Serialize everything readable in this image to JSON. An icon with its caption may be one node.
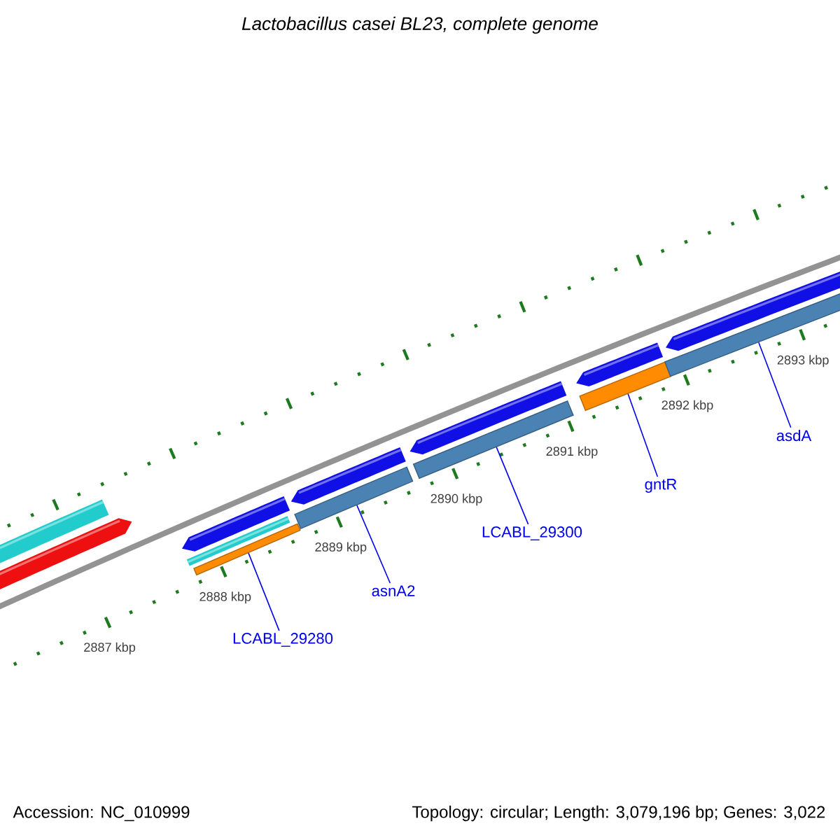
{
  "diagram": {
    "title": "*Lactobacillus casei BL23, complete genome*",
    "nodes": [
      {
        "text": [
          "LCABL_29280"
        ]
      },
      {
        "text": [
          "asnA2"
        ]
      },
      {
        "text": [
          "LCABL_29300"
        ]
      },
      {
        "text": [
          "gntR"
        ]
      },
      {
        "text": [
          "asdA"
        ]
      },
      {
        "text": [],
        "shape": "bar"
      },
      {
        "text": [],
        "shape": "bar"
      },
      {
        "text": [],
        "shape": "bar"
      },
      {
        "text": [],
        "shape": "bar"
      },
      {
        "text": [],
        "shape": "bar"
      }
    ],
    "edges": [
      {
        "from": 0,
        "to": 5,
        "arrow": "none"
      },
      {
        "from": 1,
        "to": 6,
        "arrow": "none"
      },
      {
        "from": 2,
        "to": 7,
        "arrow": "none"
      },
      {
        "from": 3,
        "to": 8,
        "arrow": "none"
      },
      {
        "from": 4,
        "to": 9,
        "arrow": "none"
      }
    ],
    "labels": [
      "2887 kbp",
      "2888 kbp",
      "2889 kbp",
      "2890 kbp",
      "2891 kbp",
      "2892 kbp",
      "2893 kbp",
      "Accession: NC_010999",
      "Topology: circular; Length: 3,079,196 bp; Genes: 3,022"
    ]
  }
}
